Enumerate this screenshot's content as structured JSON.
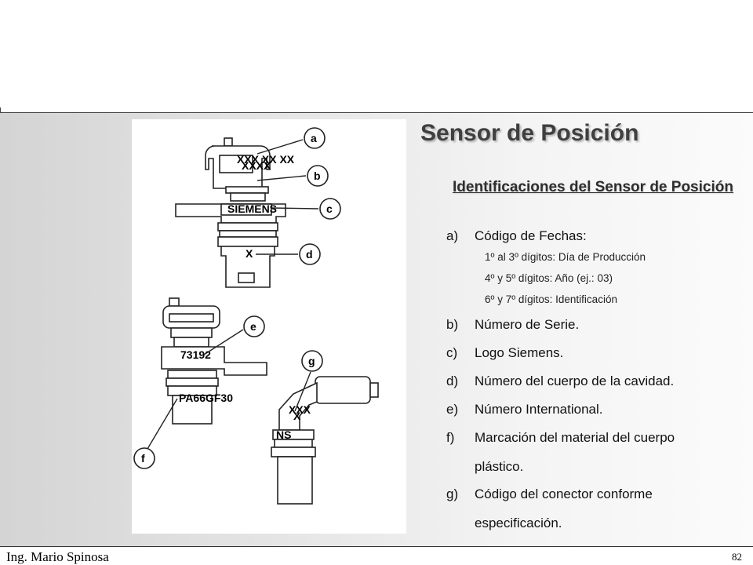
{
  "slide": {
    "title": "Sensor de Posición",
    "subtitle": "Identificaciones del Sensor de Posición",
    "items": [
      {
        "marker": "a)",
        "text": "Código de Fechas:"
      },
      {
        "marker": "b)",
        "text": "Número de Serie."
      },
      {
        "marker": "c)",
        "text": "Logo Siemens."
      },
      {
        "marker": "d)",
        "text": "Número del cuerpo de la cavidad."
      },
      {
        "marker": "e)",
        "text": "Número International."
      },
      {
        "marker": "f)",
        "text": "Marcación del material del cuerpo",
        "continuation": "plástico."
      },
      {
        "marker": "g)",
        "text": "Código del conector conforme",
        "continuation": "especificación."
      }
    ],
    "subitems": [
      "1º al 3º dígitos: Día de Producción",
      "4º y 5º dígitos: Año (ej.: 03)",
      "6º y 7º dígitos: Identificación"
    ]
  },
  "figure": {
    "callouts": [
      "a",
      "b",
      "c",
      "d",
      "e",
      "f",
      "g"
    ],
    "labels": {
      "top_code": "XXX XX XX",
      "top_code2": "XXXX",
      "brand": "SIEMENS",
      "cavity": "X",
      "number": "73192",
      "material": "PA66GF30",
      "connector_code": "XXX",
      "connector_x": "X",
      "ns": "NS"
    }
  },
  "footer": {
    "author": "Ing. Mario Spinosa",
    "page": "82"
  }
}
